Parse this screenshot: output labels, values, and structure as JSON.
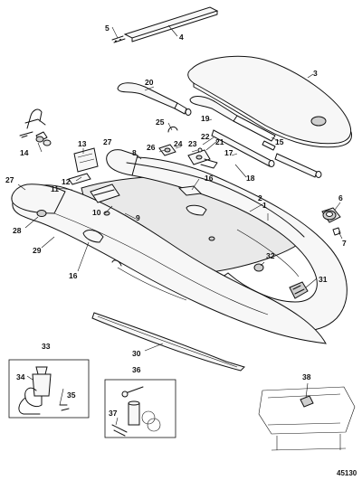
{
  "figure_ref": "45130",
  "callouts": {
    "c1": "1",
    "c2": "2",
    "c3": "3",
    "c4": "4",
    "c5": "5",
    "c6": "6",
    "c7": "7",
    "c8": "8",
    "c9": "9",
    "c10": "10",
    "c11": "11",
    "c12": "12",
    "c13": "13",
    "c14": "14",
    "c15": "15",
    "c16a": "16",
    "c16b": "16",
    "c17": "17",
    "c18": "18",
    "c19": "19",
    "c20": "20",
    "c21": "21",
    "c22": "22",
    "c23": "23",
    "c24": "24",
    "c25": "25",
    "c26": "26",
    "c27a": "27",
    "c27b": "27",
    "c28": "28",
    "c29": "29",
    "c30": "30",
    "c31": "31",
    "c32": "32",
    "c33": "33",
    "c34": "34",
    "c35": "35",
    "c36": "36",
    "c37": "37",
    "c38": "38"
  }
}
